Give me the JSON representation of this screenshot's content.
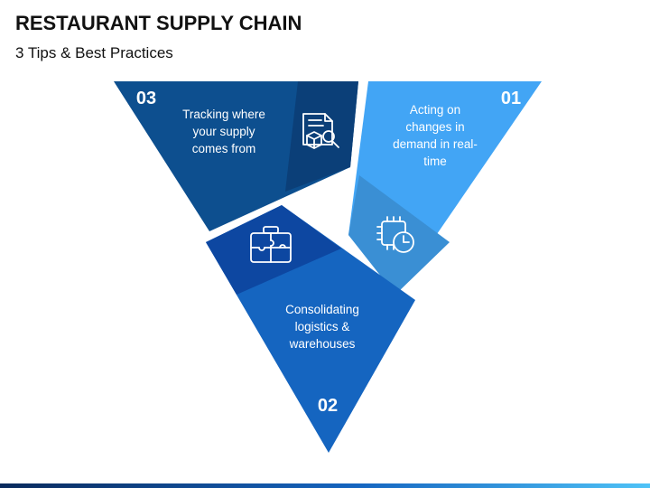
{
  "header": {
    "title": "RESTAURANT SUPPLY CHAIN",
    "subtitle": "3 Tips & Best Practices"
  },
  "segments": [
    {
      "number": "01",
      "text_lines": [
        "Acting on",
        "changes in",
        "demand in real-",
        "time"
      ],
      "icon": "chip-clock-icon",
      "color": "#42a5f5",
      "accent_color": "#3a8fd4"
    },
    {
      "number": "02",
      "text_lines": [
        "Consolidating",
        "logistics &",
        "warehouses"
      ],
      "icon": "puzzle-briefcase-icon",
      "color": "#1565c0",
      "accent_color": "#0d47a1"
    },
    {
      "number": "03",
      "text_lines": [
        "Tracking where",
        "your supply",
        "comes from"
      ],
      "icon": "document-box-search-icon",
      "color": "#0d4f8f",
      "accent_color": "#0b3f78"
    }
  ],
  "footer": {
    "bar_colors": [
      "#0a2a5c",
      "#1565c0",
      "#4fc3f7"
    ]
  }
}
